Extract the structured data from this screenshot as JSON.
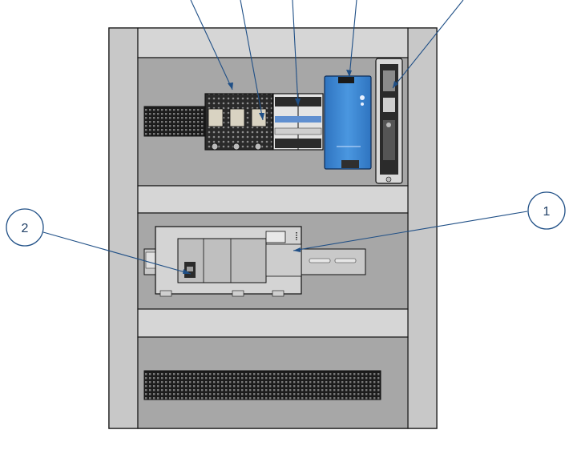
{
  "callouts": [
    {
      "id": "1",
      "label": "1"
    },
    {
      "id": "2",
      "label": "2"
    }
  ],
  "colors": {
    "outline": "#1a1a1a",
    "frame_light": "#d2d2d2",
    "frame_mid": "#c4c4c4",
    "panel_dark": "#a6a6a6",
    "leader": "#1f4f86",
    "psu_blue": "#3a86d4",
    "vent_dark": "#1e1e1e"
  }
}
